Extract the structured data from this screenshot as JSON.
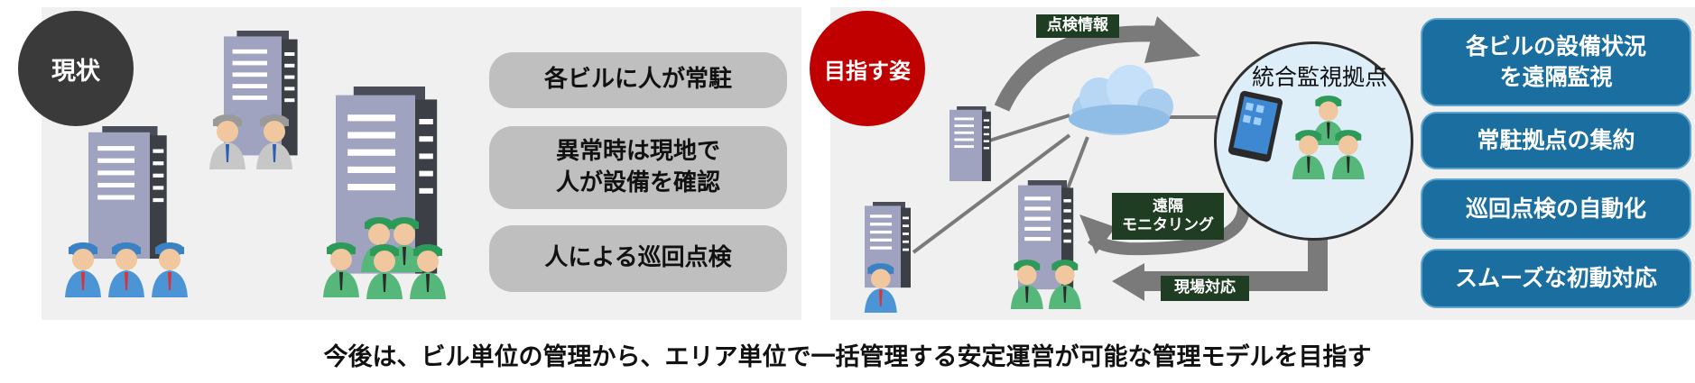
{
  "current": {
    "badge": "現状",
    "items": [
      "各ビルに人が常駐",
      "異常時は現地で\n人が設備を確認",
      "人による巡回点検"
    ]
  },
  "target": {
    "badge": "目指す姿",
    "hub_label": "統合監視拠点",
    "label_inspection_info": "点検情報",
    "label_remote_monitoring": "遠隔\nモニタリング",
    "label_onsite_response": "現場対応",
    "items": [
      "各ビルの設備状況\nを遠隔監視",
      "常駐拠点の集約",
      "巡回点検の自動化",
      "スムーズな初動対応"
    ]
  },
  "footer": "今後は、ビル単位の管理から、エリア単位で一括管理する安定運営が可能な管理モデルを目指す",
  "colors": {
    "badge_current": "#3a3a3a",
    "badge_target": "#c00000",
    "blue_box": "#1a6ea0",
    "gray_box": "#bfbfbf",
    "label_bg": "#1e3d22",
    "hub_fill": "#ddeef9"
  },
  "icons": [
    "building-icon",
    "worker-blue-icon",
    "worker-green-icon",
    "worker-gray-icon",
    "cloud-icon",
    "tablet-icon",
    "arrow-icon"
  ]
}
